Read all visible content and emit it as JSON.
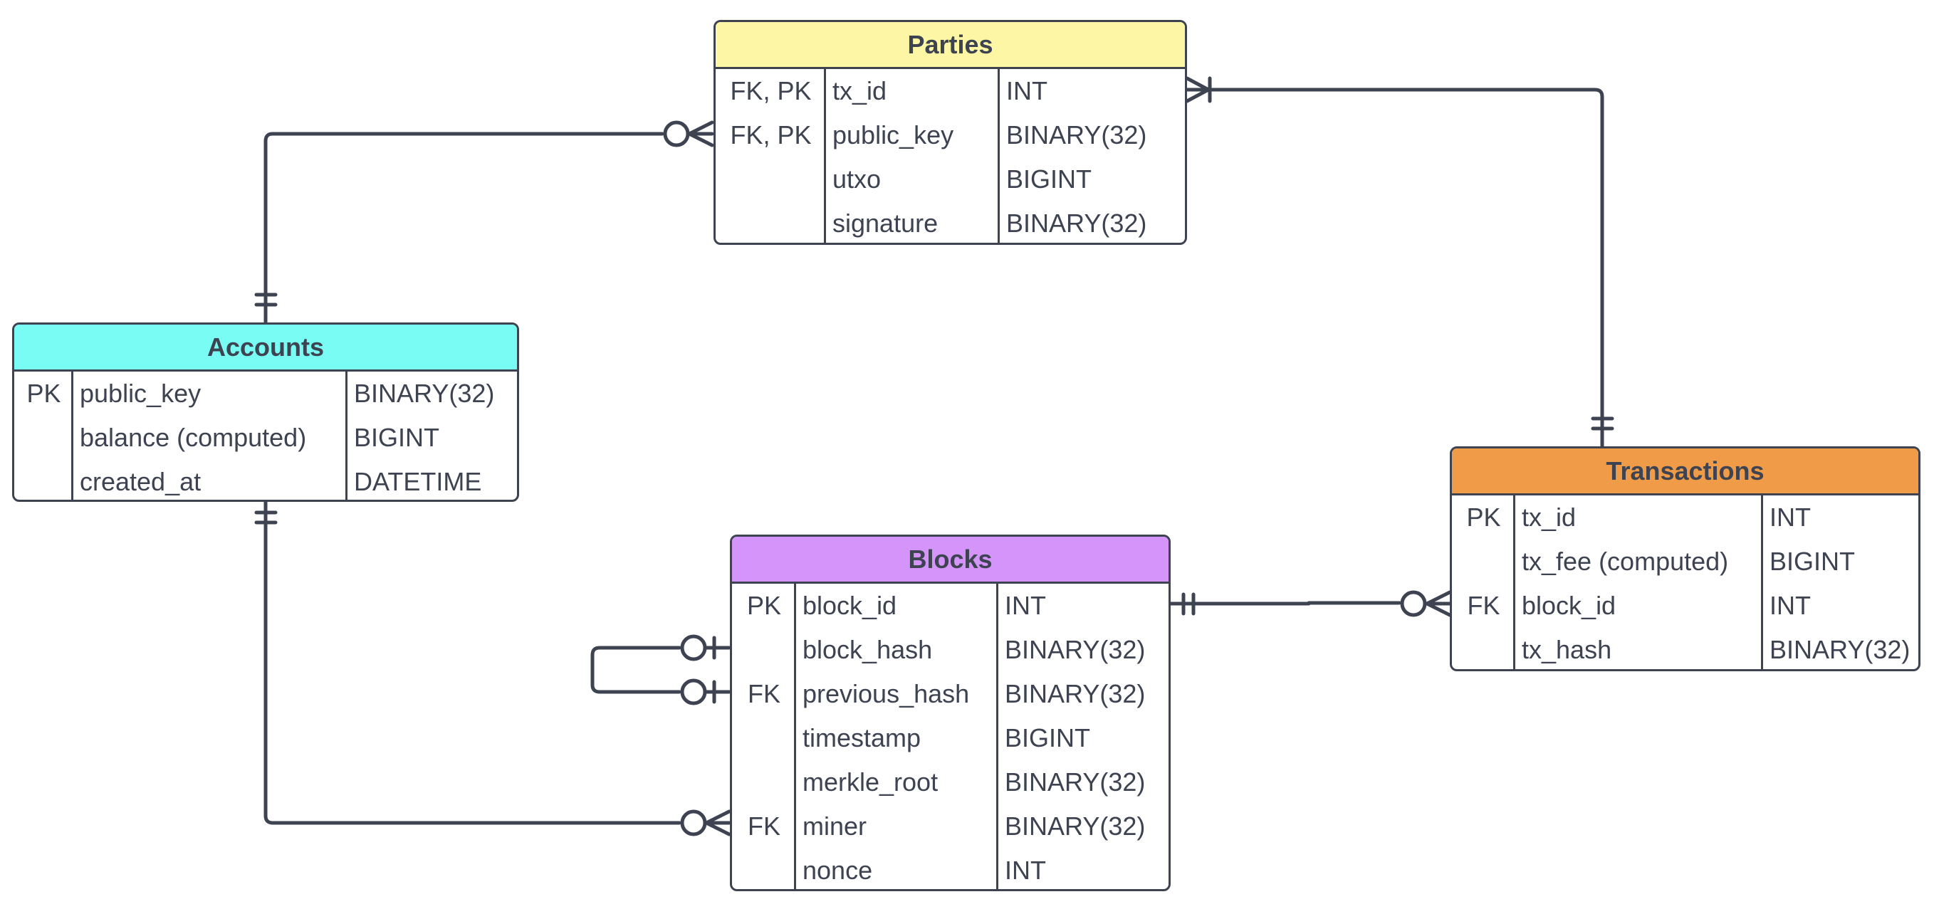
{
  "colors": {
    "line": "#3d4350",
    "parties_header": "#fdf7a5",
    "accounts_header": "#79fcf4",
    "transactions_header": "#ef9b48",
    "blocks_header": "#d494f9"
  },
  "entities": {
    "parties": {
      "title": "Parties",
      "rows": [
        {
          "key": "FK, PK",
          "name": "tx_id",
          "type": "INT"
        },
        {
          "key": "FK, PK",
          "name": "public_key",
          "type": "BINARY(32)"
        },
        {
          "key": "",
          "name": "utxo",
          "type": "BIGINT"
        },
        {
          "key": "",
          "name": "signature",
          "type": "BINARY(32)"
        }
      ]
    },
    "accounts": {
      "title": "Accounts",
      "rows": [
        {
          "key": "PK",
          "name": "public_key",
          "type": "BINARY(32)"
        },
        {
          "key": "",
          "name": "balance (computed)",
          "type": "BIGINT"
        },
        {
          "key": "",
          "name": "created_at",
          "type": "DATETIME"
        }
      ]
    },
    "transactions": {
      "title": "Transactions",
      "rows": [
        {
          "key": "PK",
          "name": "tx_id",
          "type": "INT"
        },
        {
          "key": "",
          "name": "tx_fee (computed)",
          "type": "BIGINT"
        },
        {
          "key": "FK",
          "name": "block_id",
          "type": "INT"
        },
        {
          "key": "",
          "name": "tx_hash",
          "type": "BINARY(32)"
        }
      ]
    },
    "blocks": {
      "title": "Blocks",
      "rows": [
        {
          "key": "PK",
          "name": "block_id",
          "type": "INT"
        },
        {
          "key": "",
          "name": "block_hash",
          "type": "BINARY(32)"
        },
        {
          "key": "FK",
          "name": "previous_hash",
          "type": "BINARY(32)"
        },
        {
          "key": "",
          "name": "timestamp",
          "type": "BIGINT"
        },
        {
          "key": "",
          "name": "merkle_root",
          "type": "BINARY(32)"
        },
        {
          "key": "FK",
          "name": "miner",
          "type": "BINARY(32)"
        },
        {
          "key": "",
          "name": "nonce",
          "type": "INT"
        }
      ]
    }
  },
  "relationships": [
    {
      "from": "Accounts",
      "from_end": "one-and-only-one",
      "to": "Parties",
      "to_end": "zero-or-many"
    },
    {
      "from": "Transactions",
      "from_end": "one-and-only-one",
      "to": "Parties",
      "to_end": "one-or-many"
    },
    {
      "from": "Blocks",
      "from_end": "one-and-only-one",
      "to": "Transactions",
      "to_end": "zero-or-many"
    },
    {
      "from": "Accounts",
      "from_end": "one-and-only-one",
      "to": "Blocks",
      "to_end": "zero-or-many"
    },
    {
      "from": "Blocks",
      "from_end": "zero-or-one",
      "to": "Blocks",
      "to_end": "zero-or-one"
    }
  ]
}
